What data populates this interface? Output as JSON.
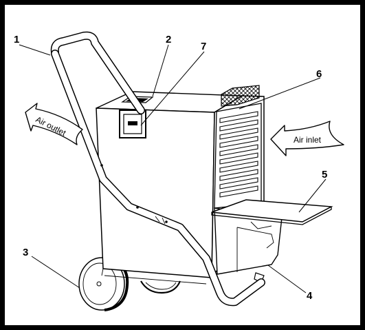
{
  "callouts": [
    {
      "id": "1",
      "label": "1"
    },
    {
      "id": "2",
      "label": "2"
    },
    {
      "id": "3",
      "label": "3"
    },
    {
      "id": "4",
      "label": "4"
    },
    {
      "id": "5",
      "label": "5"
    },
    {
      "id": "6",
      "label": "6"
    },
    {
      "id": "7",
      "label": "7"
    }
  ],
  "arrows": {
    "outlet": "Air outlet",
    "inlet": "Air inlet"
  }
}
